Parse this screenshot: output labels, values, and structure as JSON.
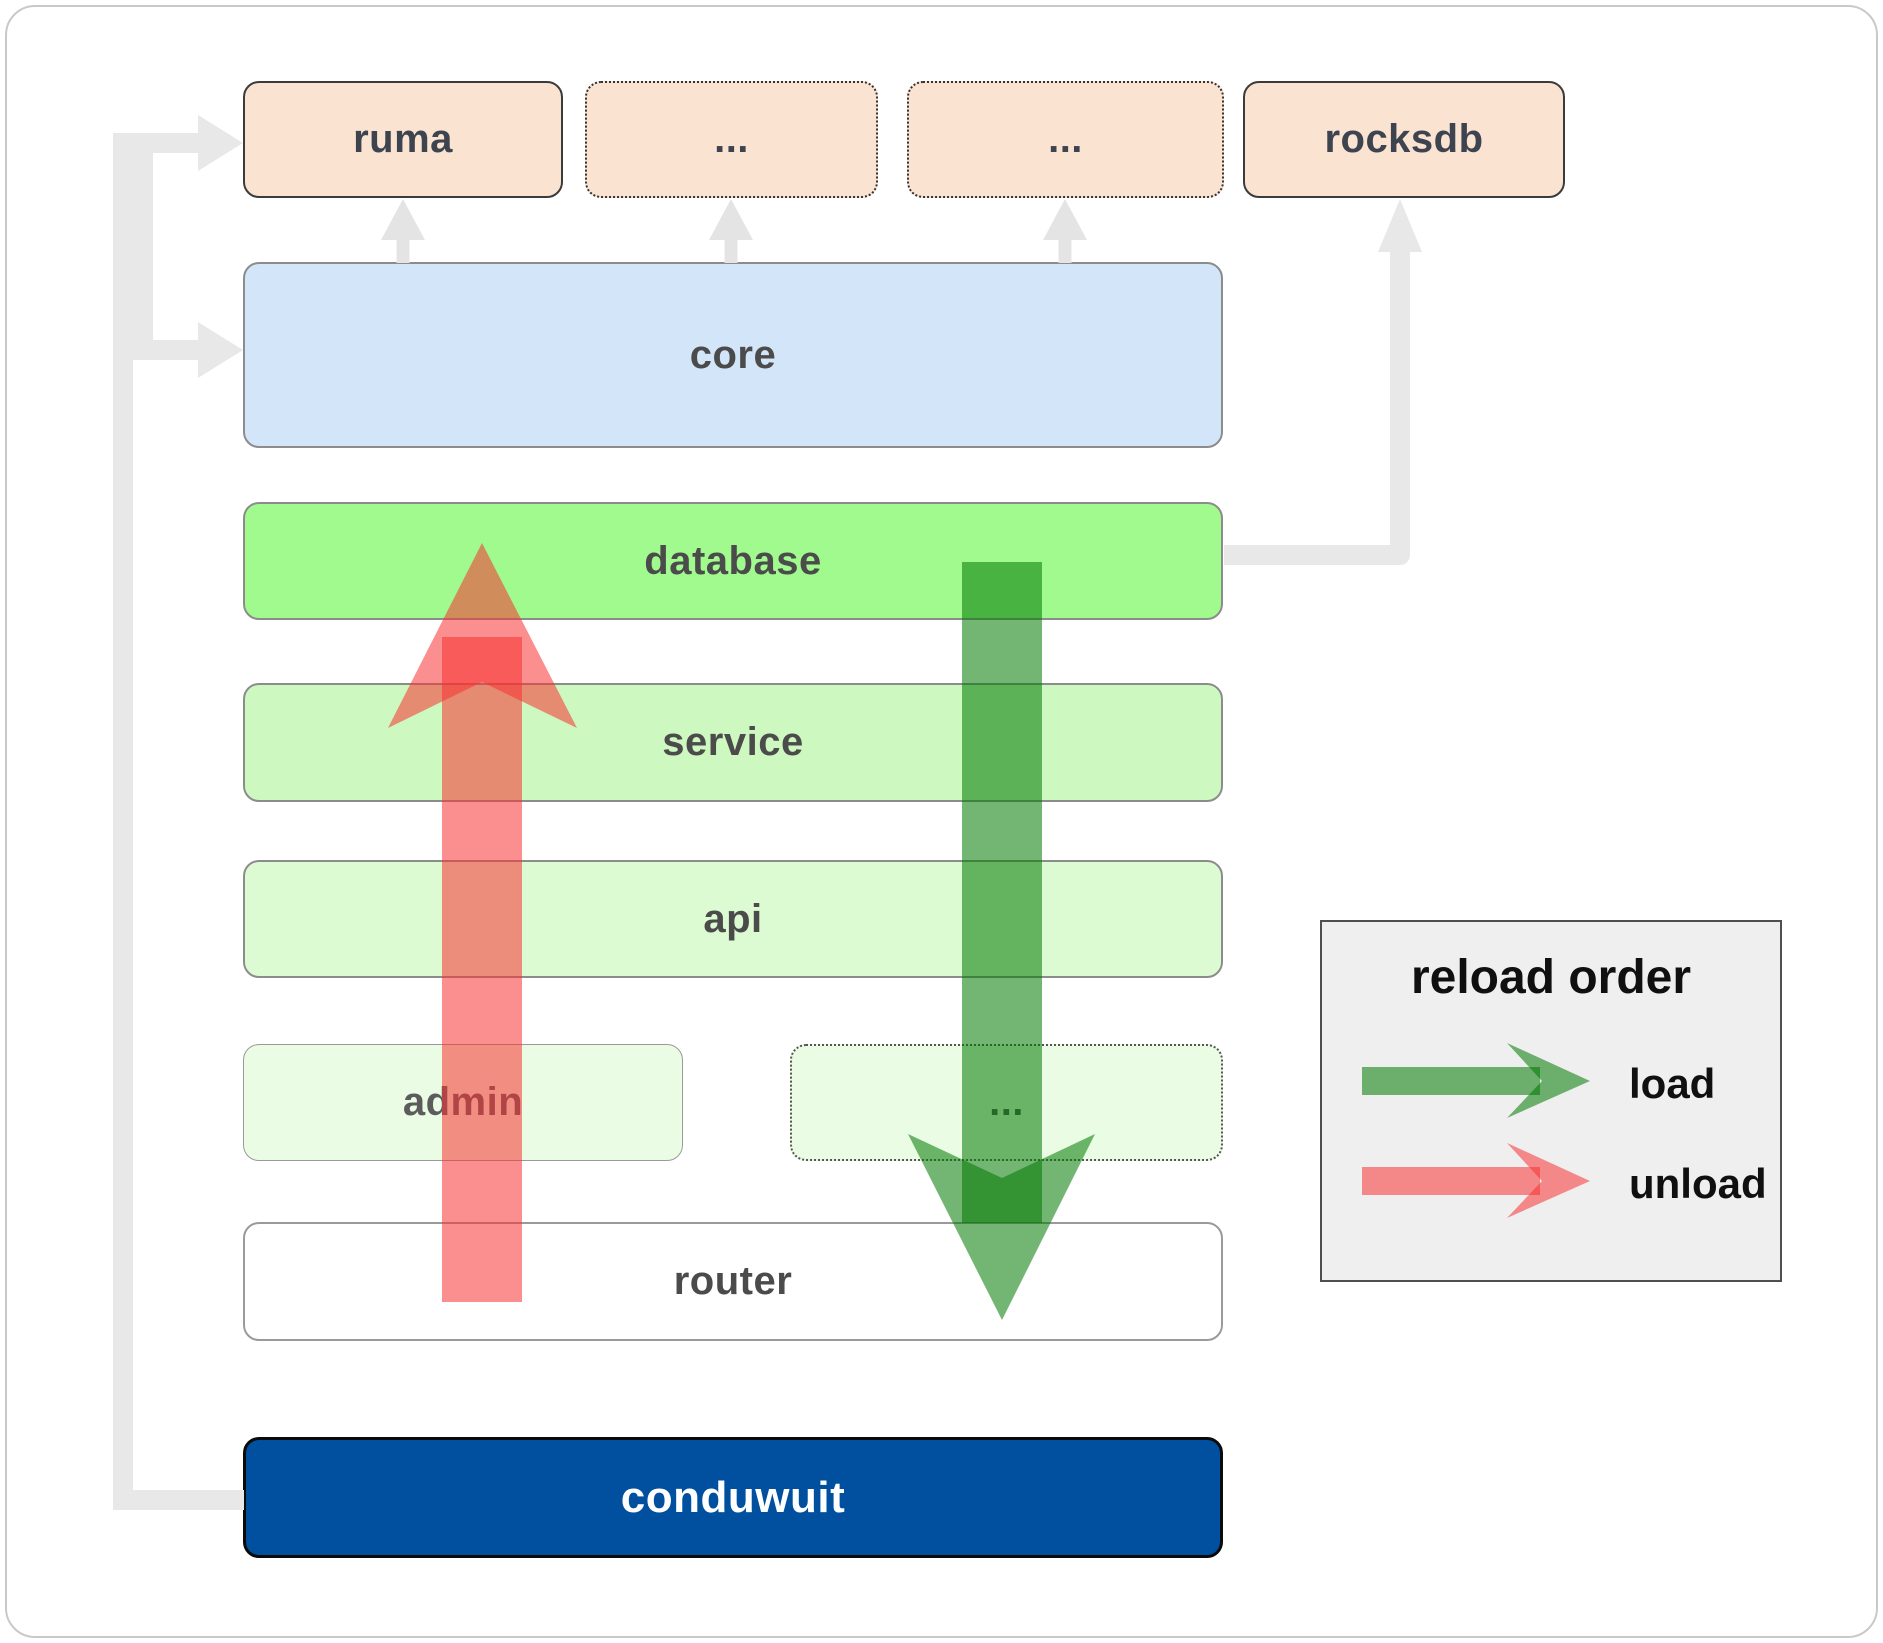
{
  "nodes": {
    "ruma": "ruma",
    "dots1": "...",
    "dots2": "...",
    "rocksdb": "rocksdb",
    "core": "core",
    "database": "database",
    "service": "service",
    "api": "api",
    "admin": "admin",
    "dots3": "...",
    "router": "router",
    "conduwuit": "conduwuit"
  },
  "legend": {
    "title": "reload order",
    "load_label": "load",
    "unload_label": "unload"
  },
  "colors": {
    "connector": "#e8e8e8",
    "connector_arrowhead": "#e4e4e4",
    "load_green": "#007800",
    "unload_red": "#f83232",
    "peach_fill": "#fbe3d1",
    "core_fill": "#d3e5f8",
    "database_fill": "#a1fa8e",
    "service_fill": "#cdf9c0",
    "api_fill": "#ddfbd2",
    "admin_fill": "#eafce4",
    "conduwuit_fill": "#01509f"
  }
}
